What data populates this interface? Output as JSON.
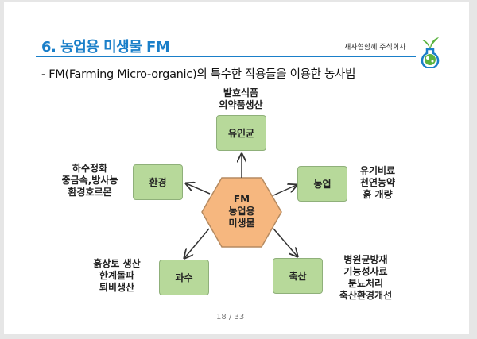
{
  "header": {
    "title": "6. 농업용 미생물 FM",
    "company": "새사협함께 주식회사"
  },
  "subtitle": "- FM(Farming Micro-organic)의 특수한 작용들을 이용한 농사법",
  "diagram": {
    "center": [
      "FM",
      "농업용",
      "미생물"
    ],
    "nodes": [
      {
        "label": "유인균",
        "notes": [
          "발효식품",
          "의약품생산"
        ]
      },
      {
        "label": "환경",
        "notes": [
          "하수정화",
          "중금속,방사능",
          "환경호르몬"
        ]
      },
      {
        "label": "농업",
        "notes": [
          "유기비료",
          "천연농약",
          "흙 개량"
        ]
      },
      {
        "label": "과수",
        "notes": [
          "흙상토 생산",
          "한계돌파",
          "퇴비생산"
        ]
      },
      {
        "label": "축산",
        "notes": [
          "병원균방재",
          "기능성사료",
          "분뇨처리",
          "축산환경개선"
        ]
      }
    ]
  },
  "footer": {
    "page": "18 / 33"
  },
  "colors": {
    "accent": "#1a7fc9",
    "box": "#b7d99a",
    "hex": "#f6b77f"
  }
}
